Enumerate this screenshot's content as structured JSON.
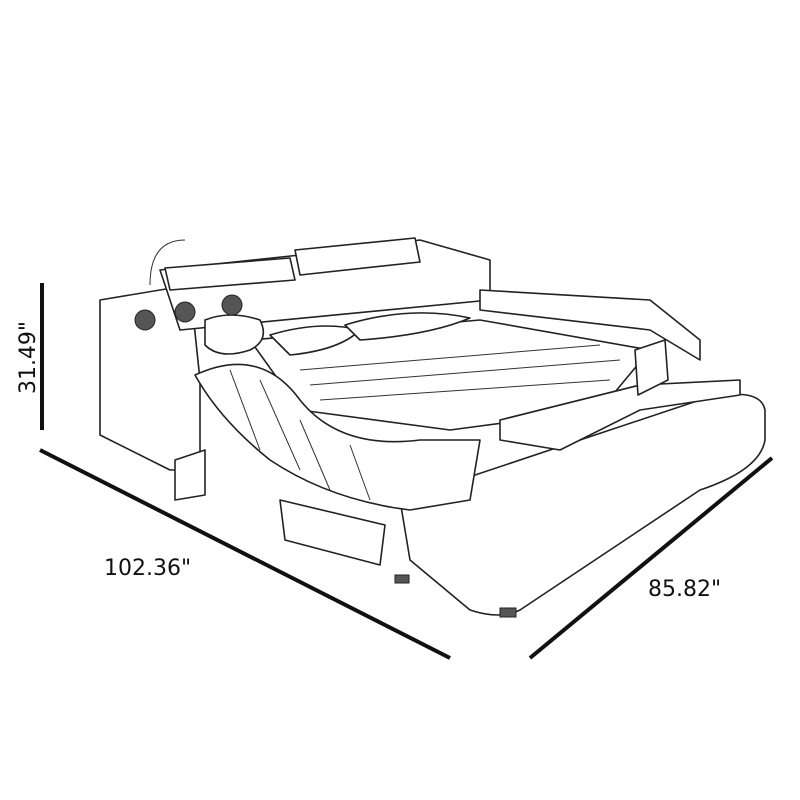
{
  "dimensions": {
    "height": "31.49\"",
    "length": "102.36\"",
    "width": "85.82\""
  }
}
